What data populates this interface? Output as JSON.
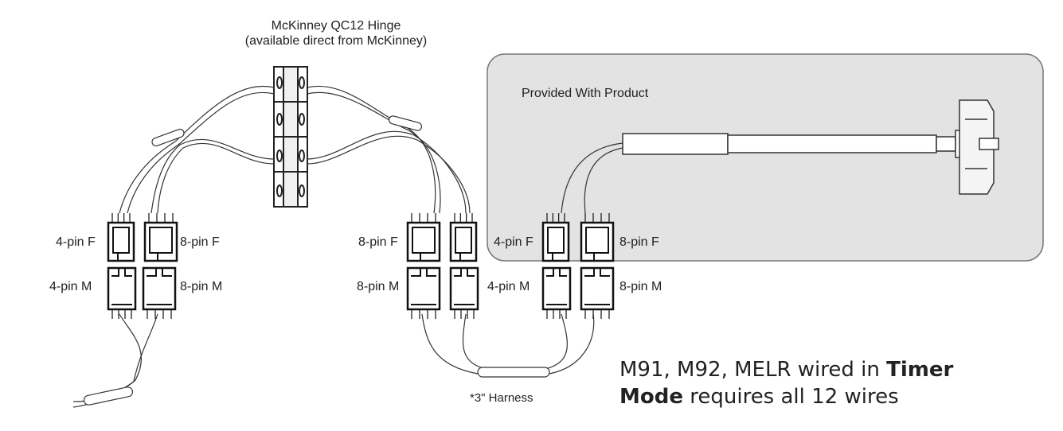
{
  "hinge": {
    "title_line1": "McKinney QC12 Hinge",
    "title_line2": "(available direct from McKinney)"
  },
  "provided_label": "Provided With Product",
  "connectors": {
    "left_4pin_f": "4-pin F",
    "left_8pin_f": "8-pin F",
    "left_4pin_m": "4-pin M",
    "left_8pin_m": "8-pin M",
    "mid_8pin_f": "8-pin F",
    "mid_8pin_m": "8-pin M",
    "mid_4pin_m": "4-pin M",
    "right_4pin_f": "4-pin F",
    "right_8pin_f": "8-pin F",
    "right_8pin_m": "8-pin M"
  },
  "harness_label": "*3\" Harness",
  "note": {
    "part1": "M91, M92, MELR wired in ",
    "bold1": "Timer",
    "bold2": "Mode",
    "part2": " requires all 12 wires"
  },
  "colors": {
    "panel_fill": "#e3e3e3",
    "panel_stroke": "#777777",
    "line": "#222222"
  }
}
